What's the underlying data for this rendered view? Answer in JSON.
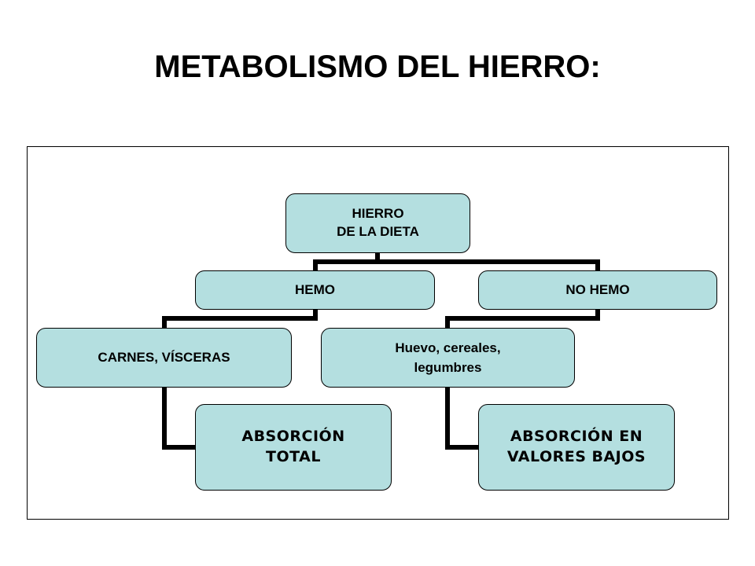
{
  "title": "METABOLISMO DEL HIERRO:",
  "colors": {
    "node_fill": "#b4dfe0",
    "node_border": "#000000",
    "connector": "#000000",
    "background": "#ffffff"
  },
  "diagram": {
    "root": {
      "label": "HIERRO\nDE LA DIETA"
    },
    "branches": [
      {
        "label": "HEMO",
        "source": {
          "label": "CARNES, VÍSCERAS"
        },
        "absorption": {
          "label": "ABSORCIÓN\nTOTAL"
        }
      },
      {
        "label": "NO HEMO",
        "source": {
          "label": "Huevo, cereales,\nlegumbres"
        },
        "absorption": {
          "label": "ABSORCIÓN EN\nVALORES BAJOS"
        }
      }
    ]
  }
}
